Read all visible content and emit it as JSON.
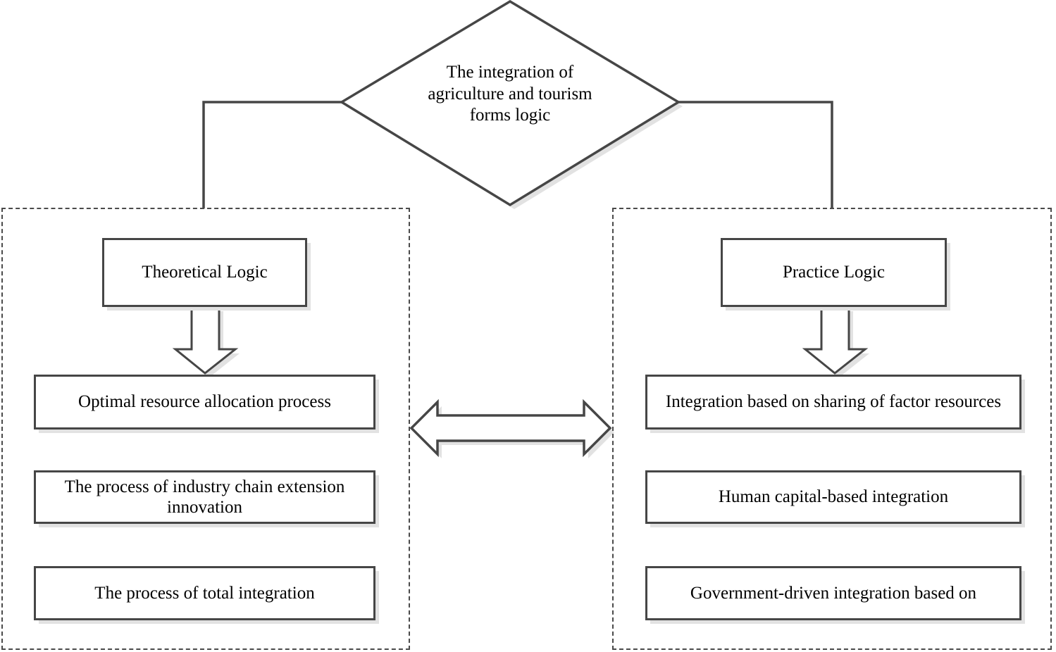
{
  "diagram": {
    "title": "The integration of agriculture and tourism forms logic",
    "root": {
      "label": "The integration of\nagriculture and tourism\nforms logic",
      "shape": "diamond"
    },
    "panels": [
      {
        "id": "theoretical",
        "heading": "Theoretical Logic",
        "items": [
          "Optimal resource allocation process",
          "The process of industry chain extension innovation",
          "The process of total integration"
        ]
      },
      {
        "id": "practice",
        "heading": "Practice Logic",
        "items": [
          "Integration based on sharing of factor resources",
          "Human capital-based integration",
          "Government-driven integration based on"
        ]
      }
    ],
    "connectors": {
      "left_branch": "root-to-theoretical-panel",
      "right_branch": "root-to-practice-panel",
      "left_down_arrow": "theoretical-logic-to-optimal-resource",
      "right_down_arrow": "practice-logic-to-integration-sharing",
      "center_arrow": "bidirectional-theoretical-practice"
    },
    "colors": {
      "stroke": "#464646",
      "shadow": "#e2e2e2",
      "panel_border": "#4a4a4a",
      "background": "#ffffff",
      "text": "#000000"
    }
  }
}
